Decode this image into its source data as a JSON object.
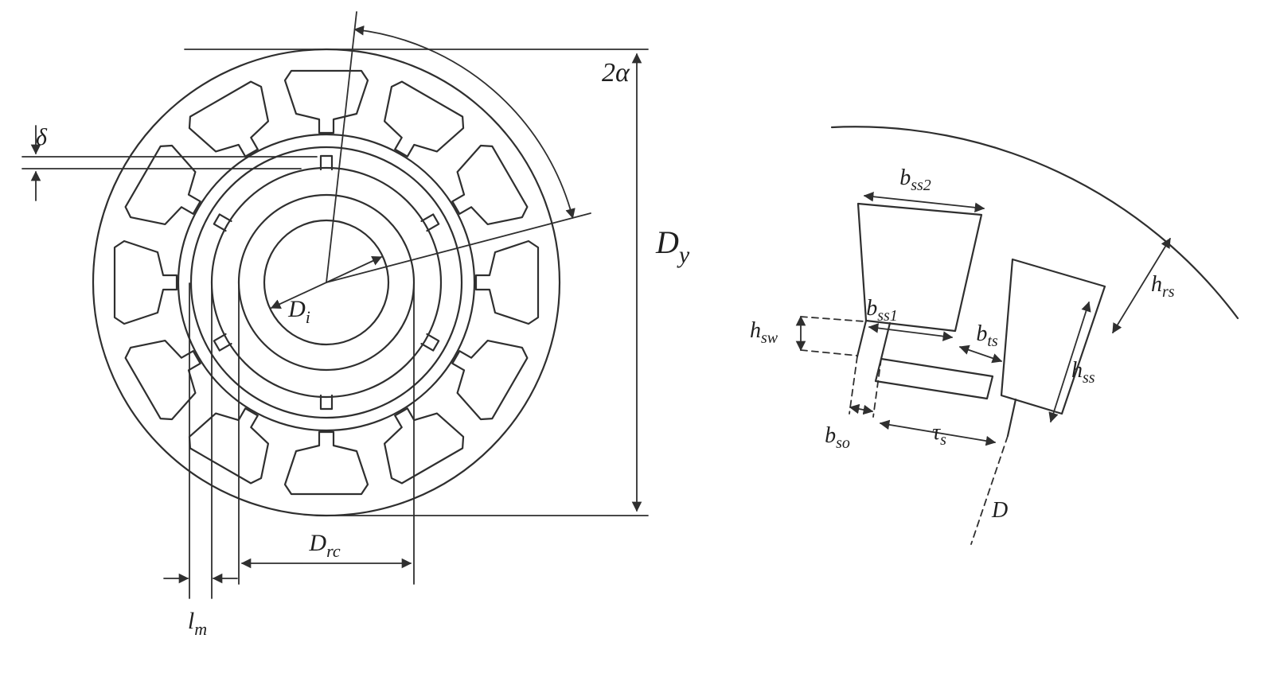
{
  "figure": {
    "description": "Electric machine cross-section geometry diagram with stator slot detail",
    "colors": {
      "ink": "#2f2f2f",
      "background": "#ffffff"
    }
  },
  "left_diagram": {
    "name": "motor-cross-section",
    "labels": {
      "delta": {
        "main": "δ",
        "sub": ""
      },
      "two_alpha": {
        "main": "2α",
        "sub": ""
      },
      "d_y": {
        "main": "D",
        "sub": "y"
      },
      "d_i": {
        "main": "D",
        "sub": "i"
      },
      "d_rc": {
        "main": "D",
        "sub": "rc"
      },
      "l_m": {
        "main": "l",
        "sub": "m"
      }
    }
  },
  "right_diagram": {
    "name": "stator-slot-detail",
    "labels": {
      "b_ss2": {
        "main": "b",
        "sub": "ss2"
      },
      "h_rs": {
        "main": "h",
        "sub": "rs"
      },
      "b_ss1": {
        "main": "b",
        "sub": "ss1"
      },
      "b_ts": {
        "main": "b",
        "sub": "ts"
      },
      "h_sw": {
        "main": "h",
        "sub": "sw"
      },
      "h_ss": {
        "main": "h",
        "sub": "ss"
      },
      "b_so": {
        "main": "b",
        "sub": "so"
      },
      "tau_s": {
        "main": "τ",
        "sub": "s"
      },
      "d": {
        "main": "D",
        "sub": ""
      }
    }
  }
}
